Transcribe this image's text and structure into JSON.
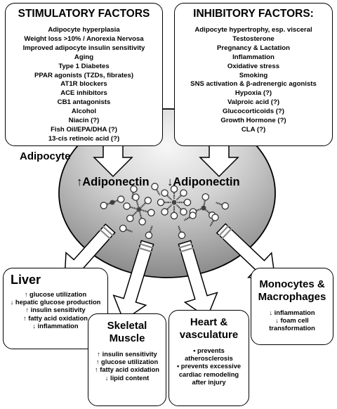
{
  "stimulatory": {
    "title": "STIMULATORY FACTORS",
    "items": [
      "Adipocyte hyperplasia",
      "Weight loss >10% / Anorexia Nervosa",
      "Improved adipocyte insulin sensitivity",
      "Aging",
      "Type 1 Diabetes",
      "PPAR agonists (TZDs, fibrates)",
      "AT1R blockers",
      "ACE inhibitors",
      "CB1 antagonists",
      "Alcohol",
      "Niacin (?)",
      "Fish Oil/EPA/DHA (?)",
      "13-cis retinoic acid (?)"
    ]
  },
  "inhibitory": {
    "title": "INHIBITORY FACTORS:",
    "items": [
      "Adipocyte hypertrophy, esp. visceral",
      "Testosterone",
      "Pregnancy & Lactation",
      "Inflammation",
      "Oxidative stress",
      "Smoking",
      "SNS activation & β-adrenergic agonists",
      "Hypoxia (?)",
      "Valproic acid (?)",
      "Glucocorticoids (?)",
      "Growth Hormone (?)",
      "CLA (?)"
    ]
  },
  "adipocyte_label": "Adipocyte",
  "increase_label": "↑Adiponectin",
  "decrease_label": "↓Adiponectin",
  "targets": {
    "liver": {
      "title": "Liver",
      "effects": [
        "↑ glucose utilization",
        "↓ hepatic glucose production",
        "↑ insulin sensitivity",
        "↑ fatty acid oxidation",
        "↓ inflammation"
      ]
    },
    "skeletal_muscle": {
      "title": "Skeletal Muscle",
      "effects": [
        "↑ insulin sensitivity",
        "↑ glucose utilization",
        "↑ fatty acid oxidation",
        "↓ lipid content"
      ]
    },
    "heart": {
      "title": "Heart & vasculature",
      "effects": [
        "• prevents atherosclerosis",
        "• prevents excessive cardiac remodeling after injury"
      ]
    },
    "monocytes": {
      "title": "Monocytes & Macrophages",
      "effects": [
        "↓ inflammation",
        "↓ foam cell transformation"
      ]
    }
  },
  "colors": {
    "cell_light": "#f1f1f1",
    "cell_dark": "#8e8e8e",
    "border": "#000000",
    "arrow_fill": "#ffffff"
  }
}
